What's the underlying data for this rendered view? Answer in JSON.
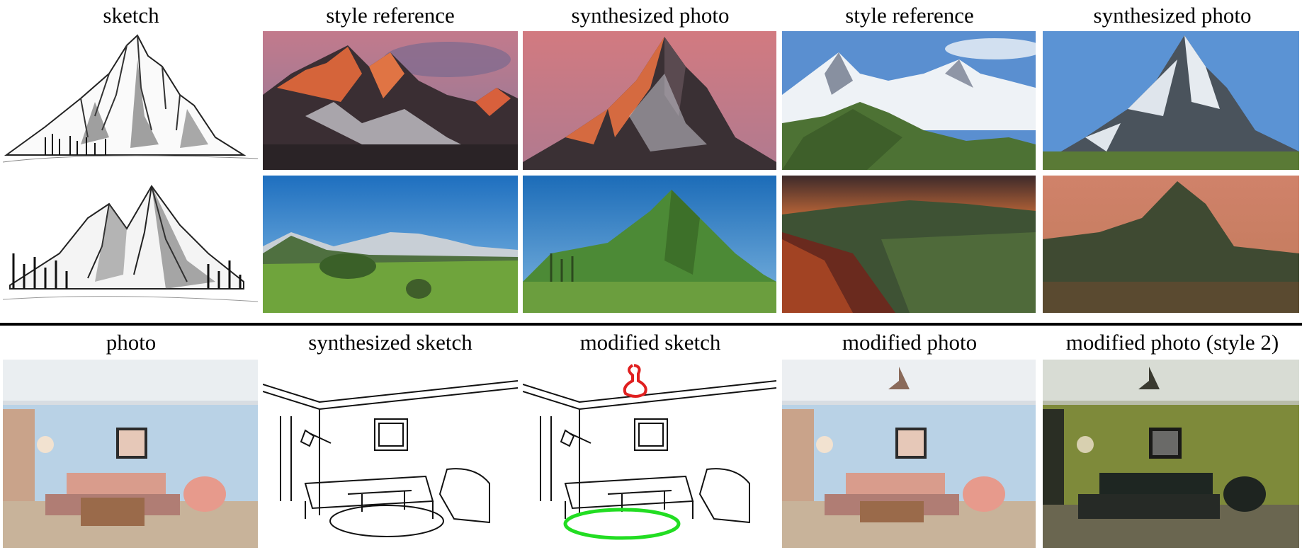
{
  "top_row_labels": {
    "col1": "sketch",
    "col2": "style reference",
    "col3": "synthesized photo",
    "col4": "style reference",
    "col5": "synthesized photo"
  },
  "bottom_row_labels": {
    "col1": "photo",
    "col2": "synthesized sketch",
    "col3": "modified sketch",
    "col4": "modified photo",
    "col5": "modified photo (style 2)"
  },
  "icons": {
    "mountain_sketch": "mountain-sketch-icon",
    "mountain_photo": "mountain-photo-icon",
    "room_photo": "room-photo-icon",
    "room_sketch": "room-sketch-icon"
  },
  "colors": {
    "sunset_sky": "#c9707a",
    "blue_sky": "#3c7fc4",
    "grass": "#6a9a3a",
    "room_wall_blue": "#b9d2e6",
    "room_wall_green": "#7e8a3a",
    "sofa_pink": "#e79a8c",
    "edit_red": "#e02020",
    "edit_green": "#22dd22"
  }
}
